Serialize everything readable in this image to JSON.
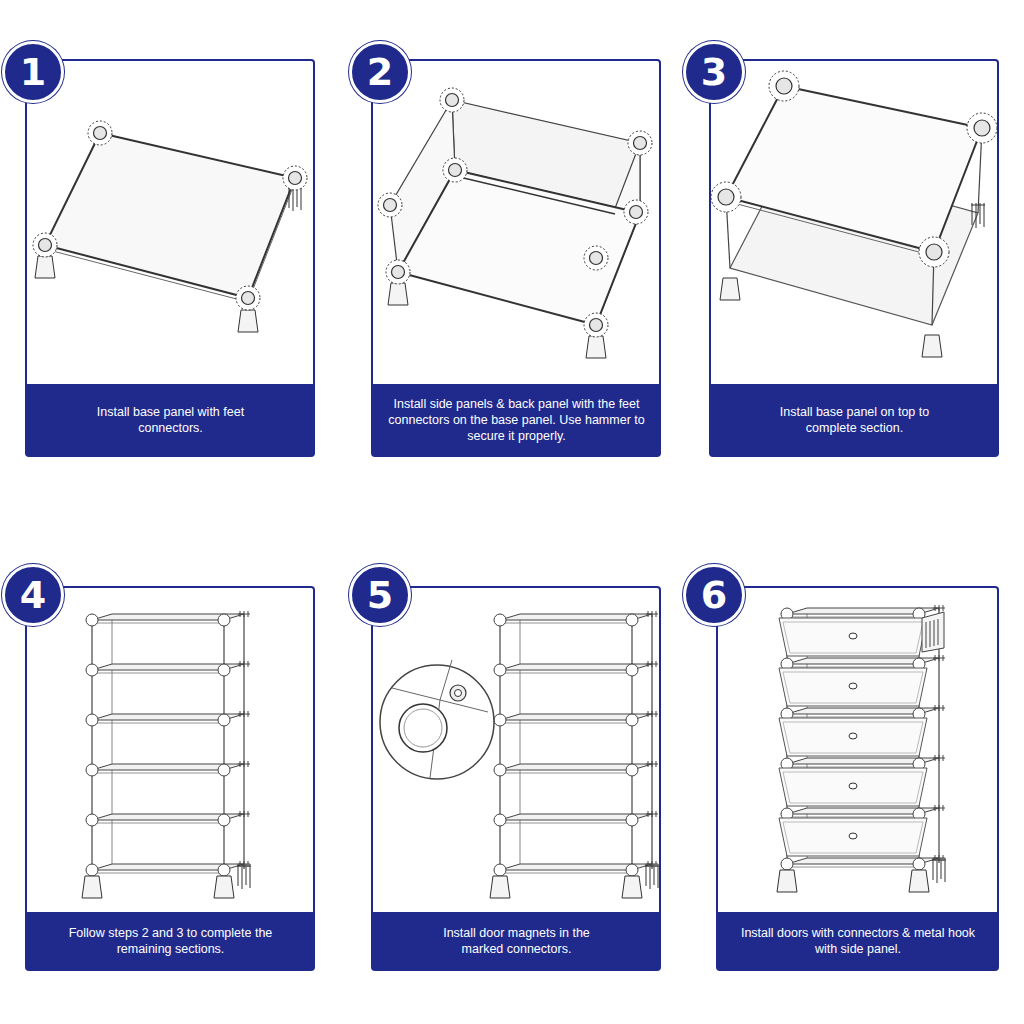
{
  "diagram": {
    "nodes": [
      {
        "text": [
          "1"
        ]
      },
      {
        "text": [
          "Install base panel with feet connectors."
        ]
      },
      {
        "text": [
          "2"
        ]
      },
      {
        "text": [
          "Install side panels & back panel with the feet connectors on the base panel. Use hammer to secure it properly."
        ]
      },
      {
        "text": [
          "3"
        ]
      },
      {
        "text": [
          "Install base panel on top to complete section."
        ]
      },
      {
        "text": [
          "4"
        ]
      },
      {
        "text": [
          "Follow steps 2 and 3 to complete the remaining sections."
        ]
      },
      {
        "text": [
          "5"
        ]
      },
      {
        "text": [
          "Install door magnets in the marked connectors."
        ]
      },
      {
        "text": [
          "6"
        ]
      },
      {
        "text": [
          "Install doors with connectors & metal hook with side panel."
        ]
      }
    ]
  }
}
